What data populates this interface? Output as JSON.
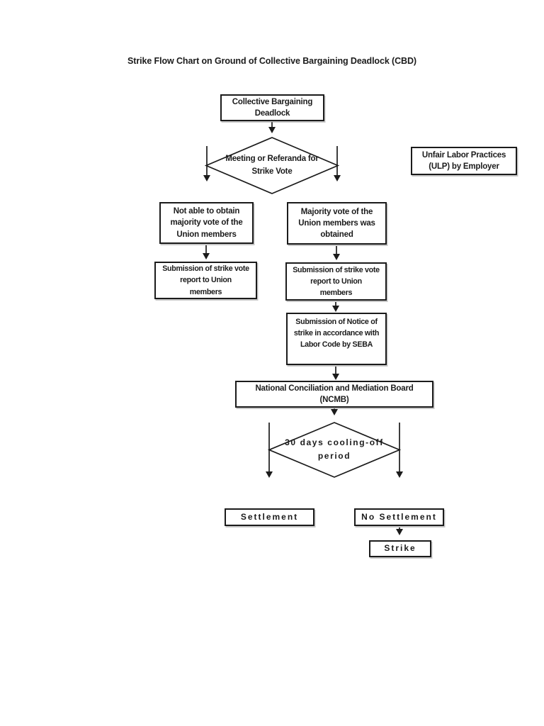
{
  "title": "Strike Flow Chart on Ground of Collective Bargaining Deadlock (CBD)",
  "colors": {
    "ink": "#1b1b1b",
    "page_bg": "#ffffff"
  },
  "nodes": {
    "collective_bargaining_deadlock": {
      "lines": [
        "Collective Bargaining",
        "Deadlock"
      ]
    },
    "meeting_referanda": {
      "lines": [
        "Meeting or Referanda for",
        "Strike Vote"
      ]
    },
    "unfair_labor_practices": {
      "lines": [
        "Unfair Labor Practices",
        "(ULP) by Employer"
      ]
    },
    "not_able_majority": {
      "lines": [
        "Not able to obtain",
        "majority vote of the",
        "Union members"
      ]
    },
    "majority_obtained": {
      "lines": [
        "Majority vote of the",
        "Union members was",
        "obtained"
      ]
    },
    "submission_report_left": {
      "lines": [
        "Submission of strike vote",
        "report to Union",
        "members"
      ]
    },
    "submission_report_right": {
      "lines": [
        "Submission of strike vote",
        "report to Union",
        "members"
      ]
    },
    "notice_of_strike": {
      "lines": [
        "Submission of Notice of",
        "strike in accordance with",
        "Labor Code by SEBA"
      ]
    },
    "ncmb": {
      "lines": [
        "National Conciliation and Mediation Board",
        "(NCMB)"
      ]
    },
    "cooling_off": {
      "lines": [
        "30 days cooling-off",
        "period"
      ]
    },
    "settlement": {
      "label": "Settlement"
    },
    "no_settlement": {
      "label": "No Settlement"
    },
    "strike": {
      "label": "Strike"
    }
  }
}
